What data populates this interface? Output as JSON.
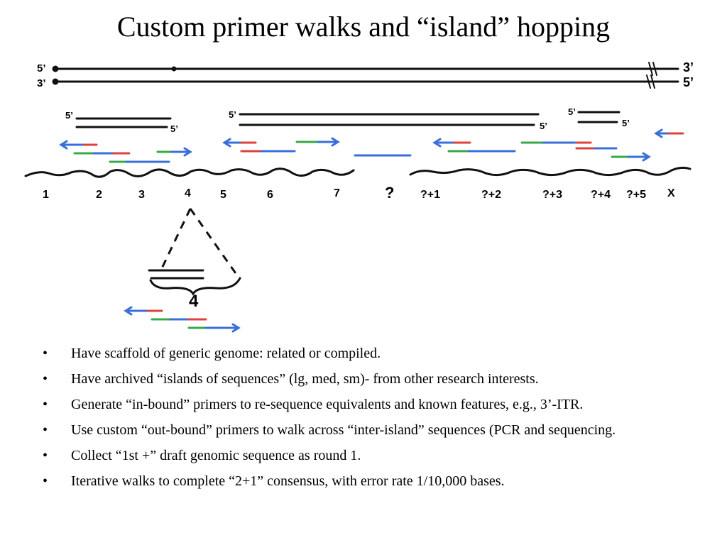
{
  "title": "Custom primer walks and “island” hopping",
  "diagram": {
    "strand_labels": {
      "top_left": "5’",
      "top_right": "3’",
      "bottom_left": "3’",
      "bottom_right": "5’"
    },
    "island_end_label": "5’",
    "positions": [
      "1",
      "2",
      "3",
      "4",
      "5",
      "6",
      "7",
      "?",
      "?+1",
      "?+2",
      "?+3",
      "?+4",
      "?+5",
      "X"
    ],
    "zoom_label": "4",
    "colors": {
      "ink": "#111111",
      "blue": "#3a6fd8",
      "red": "#e0413a",
      "green": "#38a84a"
    }
  },
  "bullets": [
    "Have scaffold of generic genome:  related or compiled.",
    "Have archived “islands of sequences” (lg, med, sm)- from other research interests.",
    "Generate “in-bound” primers to re-sequence equivalents and known features, e.g., 3’-ITR.",
    "Use custom “out-bound” primers to walk across “inter-island” sequences (PCR and sequencing.",
    "Collect “1st +” draft genomic sequence as round 1.",
    "Iterative walks to complete “2+1” consensus, with error rate 1/10,000 bases."
  ]
}
